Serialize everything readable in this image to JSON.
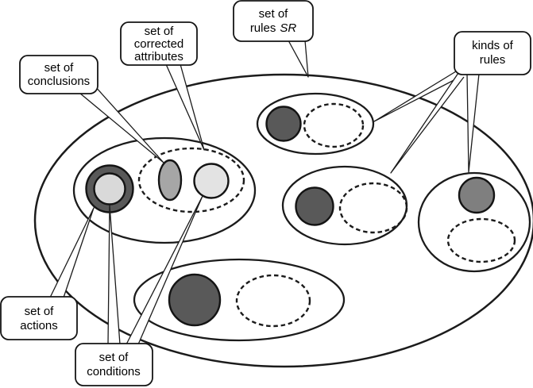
{
  "callouts": {
    "set_of_rules": {
      "line1": "set of",
      "line2": "rules",
      "line2_italic": "SR"
    },
    "kinds_of_rules": {
      "line1": "kinds of",
      "line2": "rules"
    },
    "set_of_conclusions": {
      "line1": "set of",
      "line2": "conclusions"
    },
    "set_of_corrected_attributes": {
      "line1": "set of",
      "line2": "corrected",
      "line3": "attributes"
    },
    "set_of_actions": {
      "line1": "set of",
      "line2": "actions"
    },
    "set_of_conditions": {
      "line1": "set of",
      "line2": "conditions"
    }
  },
  "colors": {
    "outline_stroke": "#1b1b1b",
    "dark_fill": "#595959",
    "medium_fill": "#7f7f7f",
    "gray_fill": "#a6a6a6",
    "light_fill": "#d9d9d9",
    "lighter_fill": "#e3e3e3",
    "background": "#ffffff"
  }
}
